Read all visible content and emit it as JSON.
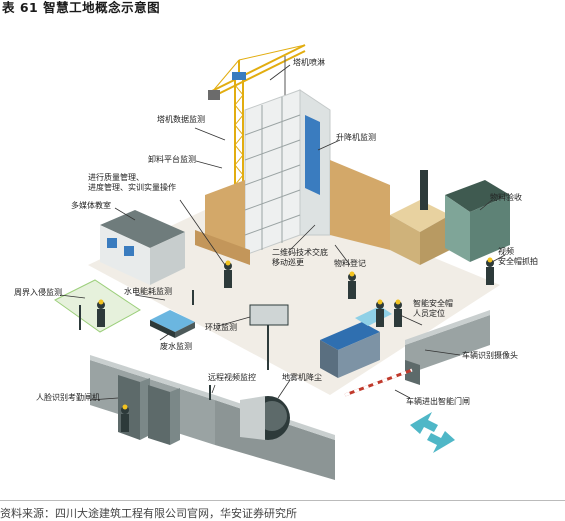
{
  "figure_title": "表 61  智慧工地概念示意图",
  "source_note": "资料来源：四川大途建筑工程有限公司官网，华安证券研究所",
  "labels": {
    "tower_spray": "塔机喷淋",
    "tower_data": "塔机数据监测",
    "lift_monitor": "升降机监测",
    "unload_platform": "卸料平台监测",
    "progress": "进行质量管理、\n进度管理、实训实量操作",
    "media_room": "多媒体教室",
    "qr_code": "二维码技术交底\n移动巡更",
    "material_register": "物料登记",
    "material_check": "物料验收",
    "video_helmet": "视频\n安全帽抓拍",
    "perimeter": "周界入侵监测",
    "water_power": "水电能耗监测",
    "smart_helmet": "智能安全帽\n人员定位",
    "env_monitor": "环境监测",
    "wastewater": "废水监测",
    "vehicle_cam": "车辆识别摄像头",
    "face_gate": "人脸识别考勤闸机",
    "remote_video": "远程视频监控",
    "fog_cannon": "地雾机降尘",
    "smart_gate": "车辆进出智能门闸"
  },
  "colors": {
    "crane": "#f2c320",
    "wall": "#9aa3a3",
    "wall_top": "#c9cfcf",
    "ground": "#f1ede6",
    "lawn": "#e6f1dc",
    "brick": "#d3a869",
    "accent_blue": "#3a7cbf",
    "dark": "#2d3a3a"
  }
}
